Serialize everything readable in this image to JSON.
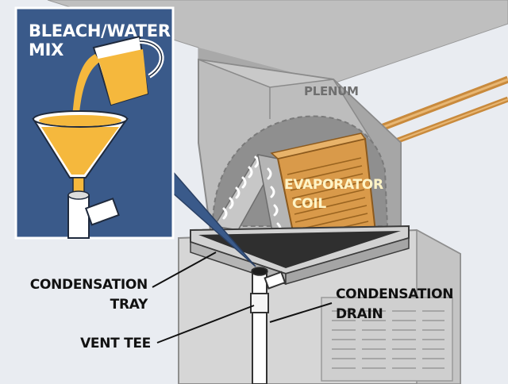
{
  "labels": {
    "inset_line1": "BLEACH/WATER",
    "inset_line2": "MIX",
    "plenum": "PLENUM",
    "coil_line1": "EVAPORATOR",
    "coil_line2": "COIL",
    "tray_line1": "CONDENSATION",
    "tray_line2": "TRAY",
    "vent_tee": "VENT TEE",
    "drain_line1": "CONDENSATION",
    "drain_line2": "DRAIN"
  },
  "colors": {
    "inset_bg": "#3a5a8a",
    "liquid": "#f5b83d",
    "coil_copper": "#d99a4a",
    "metal": "#bcbcbc",
    "background": "#e9ecf1"
  }
}
